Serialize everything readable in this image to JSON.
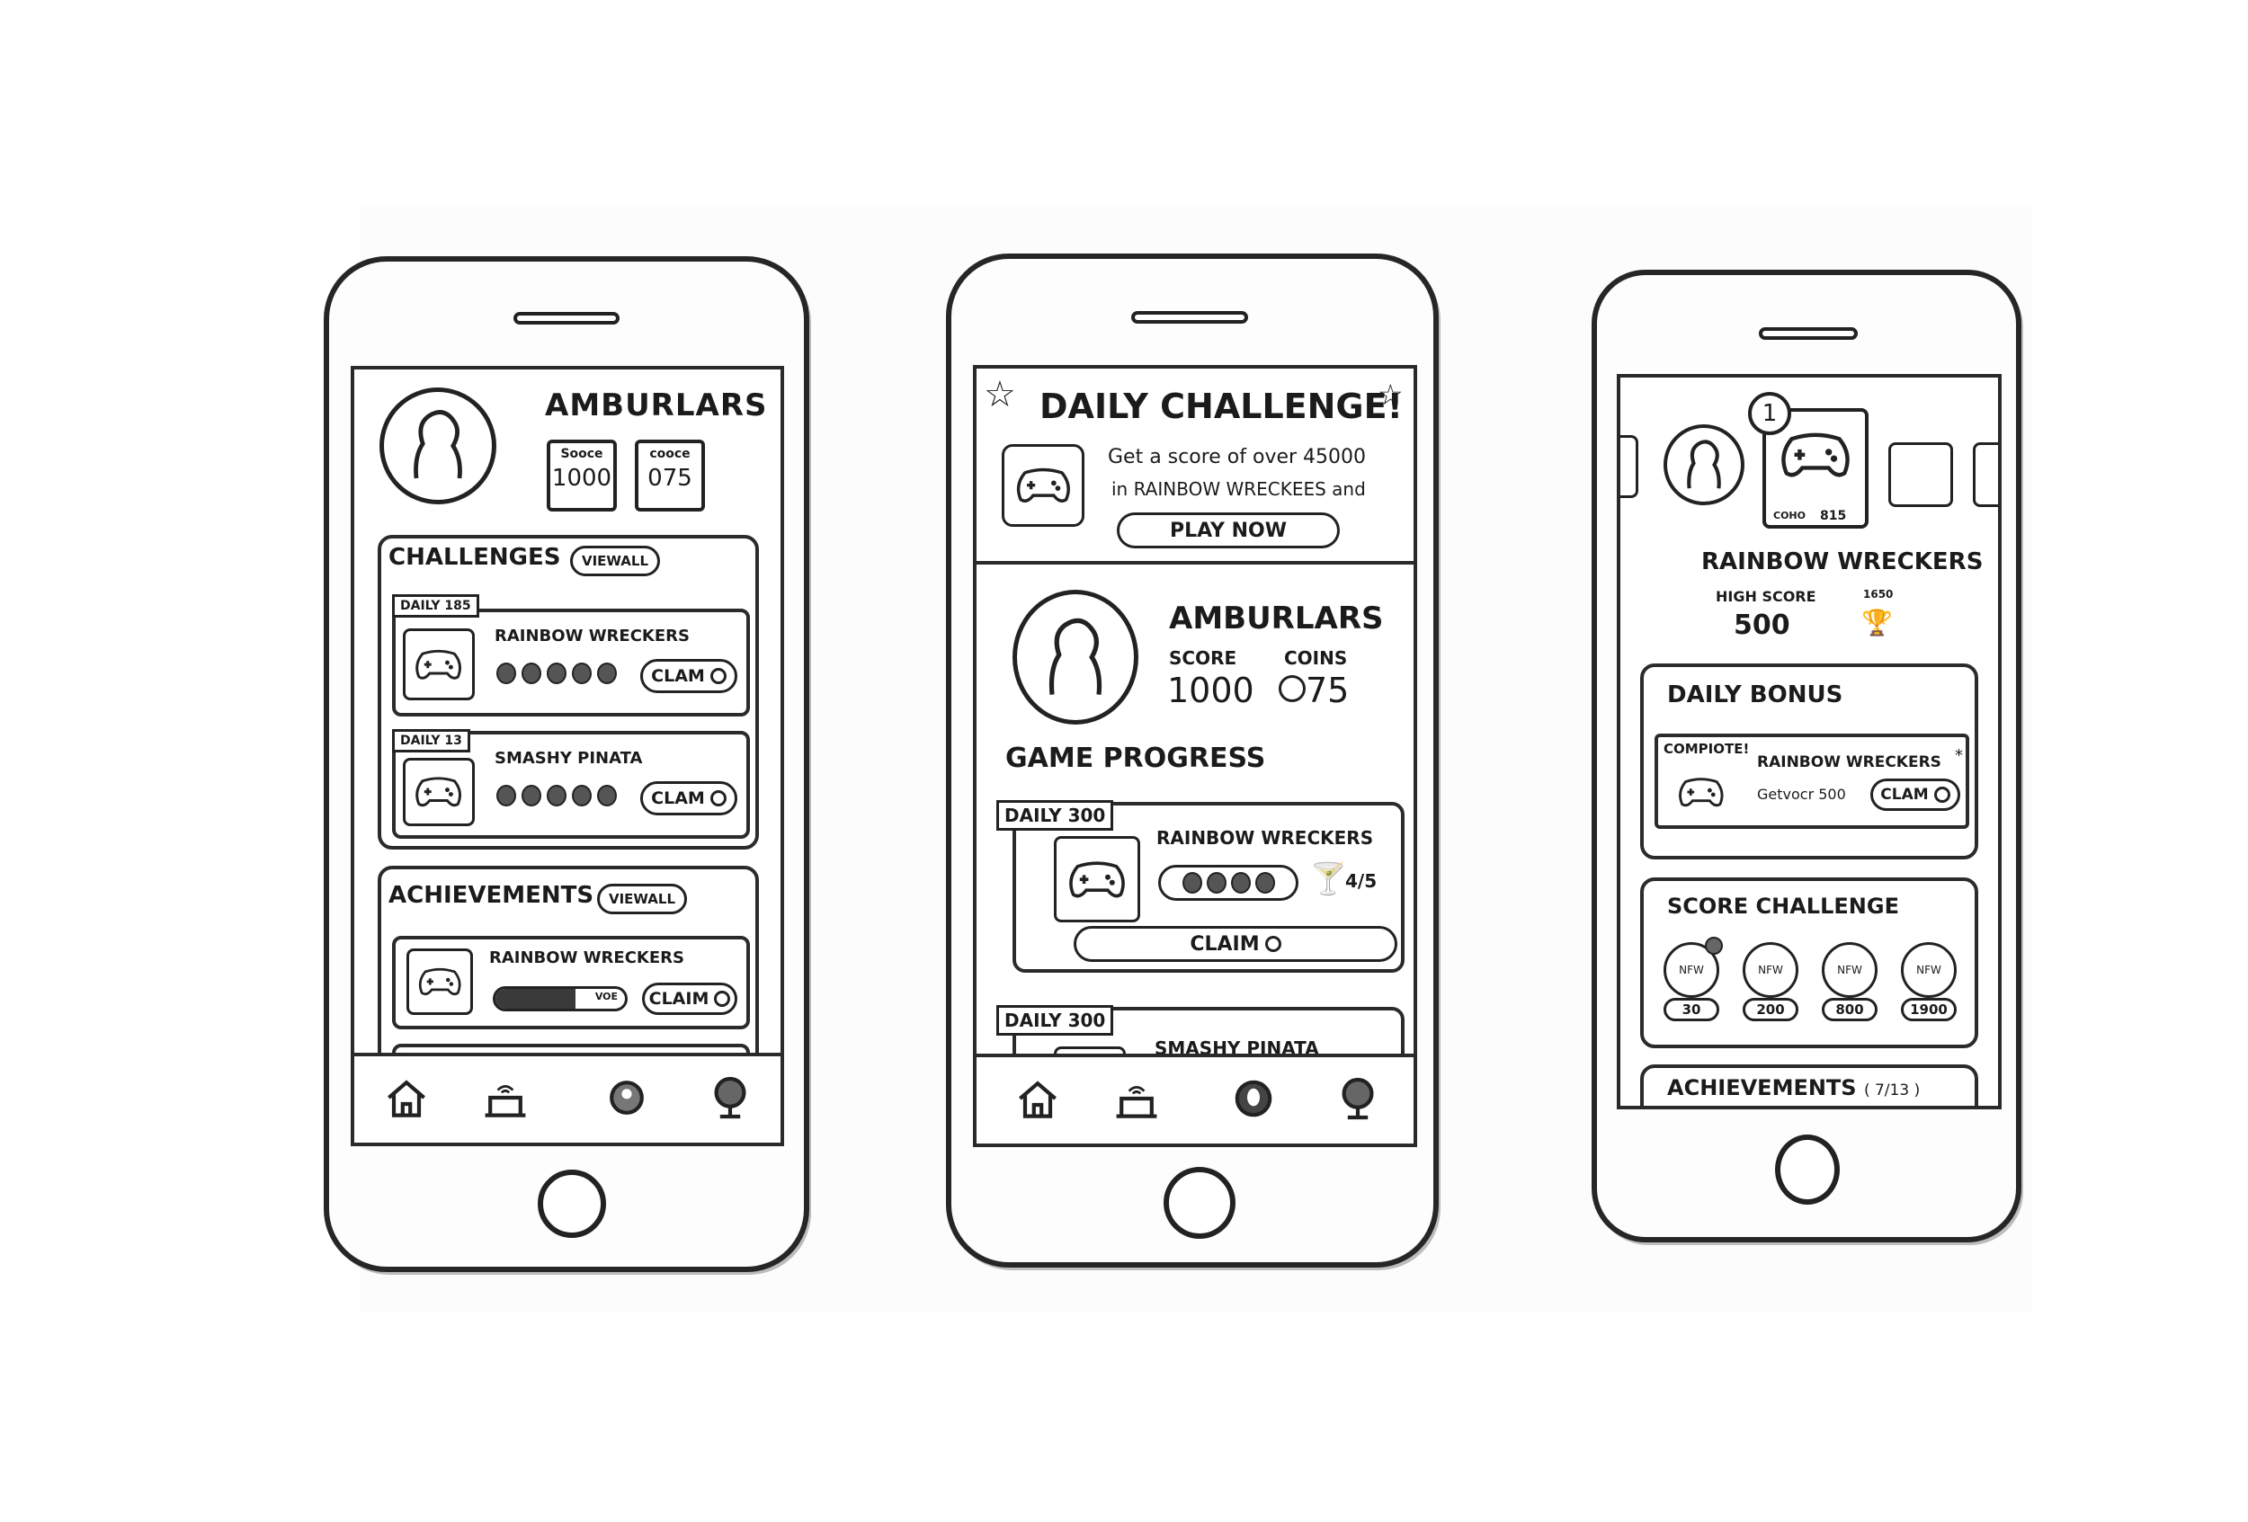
{
  "phone1": {
    "username": "AMBURLARS",
    "stats": [
      {
        "label": "Sooce",
        "value": "1000"
      },
      {
        "label": "cooce",
        "value": "075"
      }
    ],
    "challenges": {
      "title": "CHALLENGES",
      "view_all": "VIEWALL",
      "items": [
        {
          "tag": "DAILY 185",
          "game": "RAINBOW WRECKERS",
          "claim": "CLAM"
        },
        {
          "tag": "DAILY 13",
          "game": "SMASHY PINATA",
          "claim": "CLAM"
        }
      ]
    },
    "achievements": {
      "title": "ACHIEVEMENTS",
      "view_all": "VIEWALL",
      "items": [
        {
          "game": "RAINBOW WRECKERS",
          "progress_label": "VOE",
          "claim": "CLAIM"
        }
      ]
    },
    "tabs": [
      "home-icon",
      "shop-icon",
      "profile-icon",
      "trophy-icon"
    ]
  },
  "phone2": {
    "banner": {
      "title": "DAILY CHALLENGE!",
      "desc_line1": "Get a score of over 45000",
      "desc_line2": "in RAINBOW WRECKEES and",
      "play_button": "PLAY NOW"
    },
    "username": "AMBURLARS",
    "score_label": "SCORE",
    "score_value": "1000",
    "coins_label": "COINS",
    "coins_value": "75",
    "progress_title": "GAME PROGRESS",
    "items": [
      {
        "tag": "DAILY 300",
        "game": "RAINBOW WRECKERS",
        "count": "4/5",
        "claim": "CLAIM"
      },
      {
        "tag": "DAILY 300",
        "game": "SMASHY PINATA"
      }
    ],
    "tabs": [
      "home-icon",
      "shop-icon",
      "profile-icon",
      "trophy-icon"
    ]
  },
  "phone3": {
    "badge_number": "1",
    "card_label": "COHO",
    "card_value": "815",
    "game_title": "RAINBOW WRECKERS",
    "high_score_label": "HIGH SCORE",
    "high_score_value": "500",
    "trophy_label": "1650",
    "daily_bonus": {
      "title": "DAILY BONUS",
      "status": "COMPIOTE!",
      "game": "RAINBOW WRECKERS",
      "desc": "Getvocr 500",
      "claim": "CLAM"
    },
    "score_challenge": {
      "title": "SCORE CHALLENGE",
      "items": [
        {
          "icon_label": "NFW",
          "value": "30"
        },
        {
          "icon_label": "NFW",
          "value": "200"
        },
        {
          "icon_label": "NFW",
          "value": "800"
        },
        {
          "icon_label": "NFW",
          "value": "1900"
        }
      ]
    },
    "achievements_title": "ACHIEVEMENTS",
    "achievements_count": "( 7/13 )"
  }
}
